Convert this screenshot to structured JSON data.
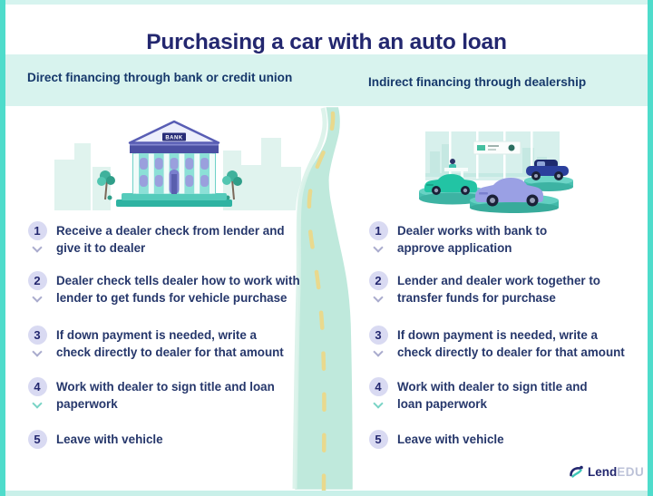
{
  "title": "Purchasing a car with an auto loan",
  "bank_sign": "BANK",
  "columns": [
    {
      "header": "Direct financing through bank or credit union",
      "illustration": "bank-building",
      "steps": [
        {
          "num": "1",
          "text": "Receive a dealer check from lender and\ngive it to dealer"
        },
        {
          "num": "2",
          "text": "Dealer check tells dealer how to work with\nlender to get funds for vehicle purchase"
        },
        {
          "num": "3",
          "text": "If down payment is needed, write a\ncheck directly to dealer for that amount"
        },
        {
          "num": "4",
          "text": "Work with dealer to sign title and loan\npaperwork"
        },
        {
          "num": "5",
          "text": "Leave with vehicle"
        }
      ]
    },
    {
      "header": "Indirect financing through dealership",
      "illustration": "car-dealership",
      "steps": [
        {
          "num": "1",
          "text": "Dealer works with bank to\napprove application"
        },
        {
          "num": "2",
          "text": "Lender and dealer work together to\ntransfer funds for purchase"
        },
        {
          "num": "3",
          "text": "If down payment is needed, write a\ncheck directly to dealer for that amount"
        },
        {
          "num": "4",
          "text": "Work with dealer to sign title and\nloan paperwork"
        },
        {
          "num": "5",
          "text": "Leave with vehicle"
        }
      ]
    }
  ],
  "logo": {
    "bold": "Lend",
    "light": "EDU"
  },
  "colors": {
    "accent_teal": "#4fdccb",
    "band_mint": "#d8f3ee",
    "title_navy": "#23276f",
    "header_navy": "#16386b",
    "step_text_navy": "#26376b",
    "badge_lavender": "#d9daf2",
    "road_green": "#bfe9dc",
    "dash_yellow": "#e9d98d"
  }
}
